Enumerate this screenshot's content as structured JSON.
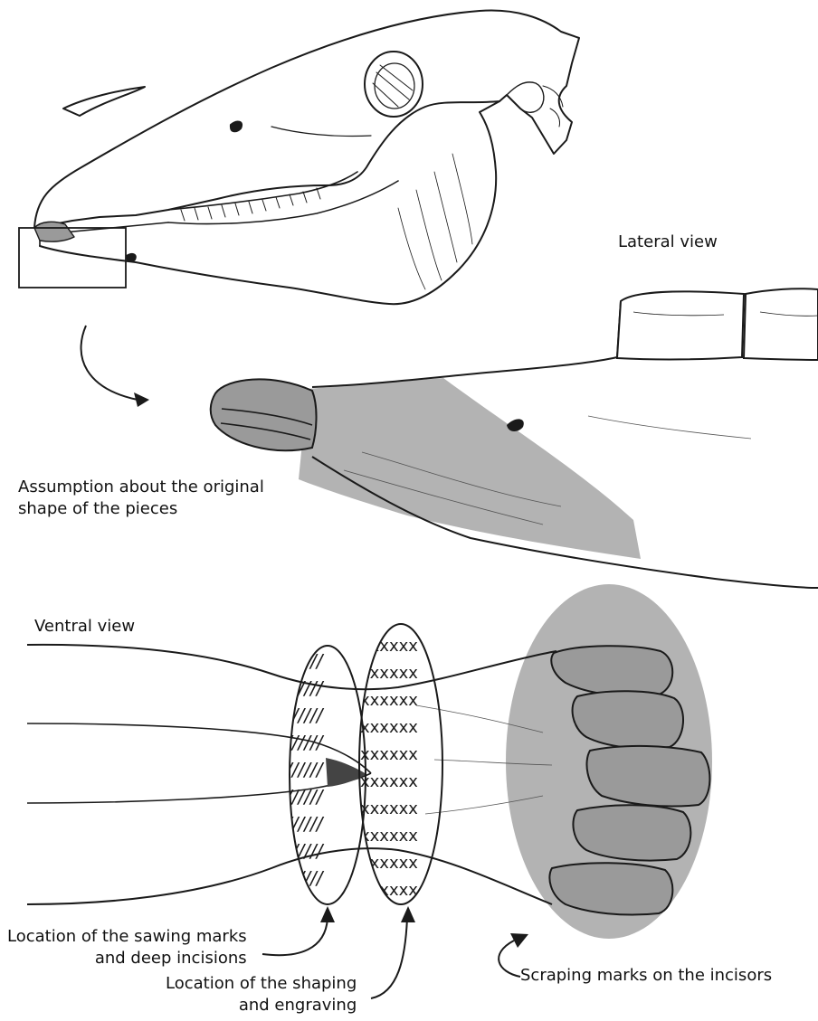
{
  "figure": {
    "labels": {
      "lateral_view": "Lateral view",
      "assumption": [
        "Assumption about the original",
        "shape of the pieces"
      ],
      "ventral_view": "Ventral view",
      "sawing": [
        "Location of the sawing marks",
        "and deep incisions"
      ],
      "shaping": [
        "Location of the shaping",
        "and engraving"
      ],
      "scraping": "Scraping marks on the incisors"
    },
    "hatch_glyphs": {
      "sawing": "//////",
      "shaping": "xxxxxx"
    },
    "colors": {
      "ink": "#1a1a1a",
      "shade": "#b3b3b3",
      "tooth_fill": "#9a9a9a",
      "background": "#ffffff"
    }
  }
}
